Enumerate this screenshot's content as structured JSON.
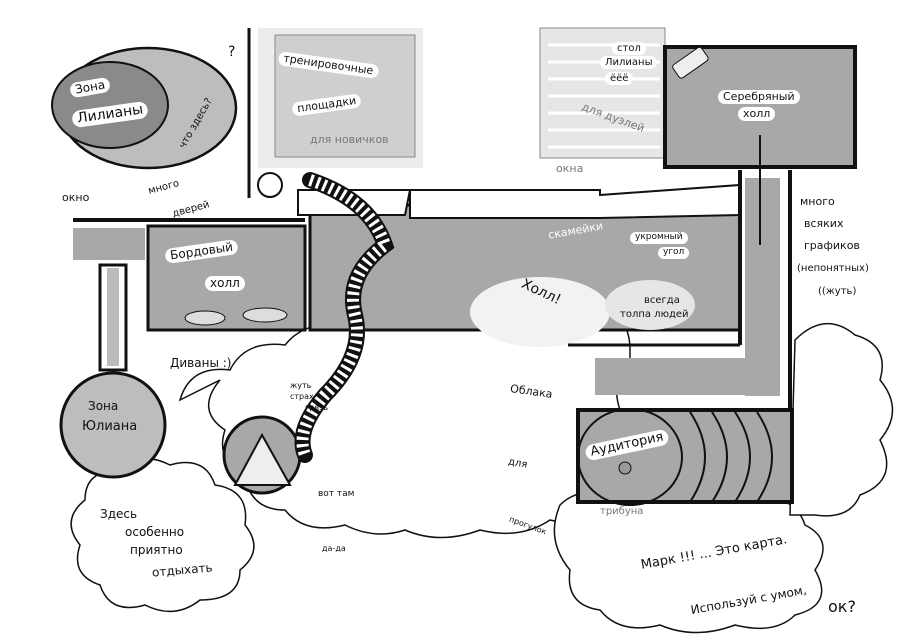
{
  "zones": {
    "liliana": {
      "line1": "Зона",
      "line2": "Лилианы",
      "question": "что здесь?"
    },
    "julian": {
      "line1": "Зона",
      "line2": "Юлиана"
    }
  },
  "rooms": {
    "training": {
      "line1": "тренировочные",
      "line2": "площадки",
      "note": "для новичков"
    },
    "duel": {
      "table1": "стол",
      "table2": "Лилианы",
      "table3": "ёёё",
      "note": "для дуэлей"
    },
    "silver": {
      "line1": "Серебряный",
      "line2": "холл"
    },
    "burgundy": {
      "line1": "Бордовый",
      "line2": "холл"
    },
    "hall": {
      "title": "Холл!",
      "benches": "скамейки",
      "corner1": "укромный",
      "corner2": "угол",
      "crowd1": "всегда",
      "crowd2": "толпа людей"
    },
    "auditorium": {
      "title": "Аудитория",
      "tribune": "трибуна"
    }
  },
  "notes": {
    "window": "окно",
    "windows": "окна",
    "doors1": "много",
    "doors2": "дверей",
    "sofas": "Диваны :)",
    "graphs": [
      "много",
      "всяких",
      "графиков",
      "(непонятных)",
      "((жуть)"
    ],
    "fear": [
      "жуть",
      "страх",
      "грязь"
    ],
    "clouds": "Облака",
    "for": "для",
    "walks": "прогулок",
    "rest": [
      "Здесь",
      "особенно",
      "приятно",
      "отдыхать"
    ],
    "there": "вот там",
    "yes": "да-да",
    "mark1": "Марк !!! ... Это карта.",
    "mark2": "Используй с умом,",
    "mark3": "ок?",
    "question_marks": "?"
  },
  "colors": {
    "dark": "#8a8a8a",
    "mid": "#a8a8a8",
    "light": "#d8d8d8",
    "ink": "#111111"
  }
}
